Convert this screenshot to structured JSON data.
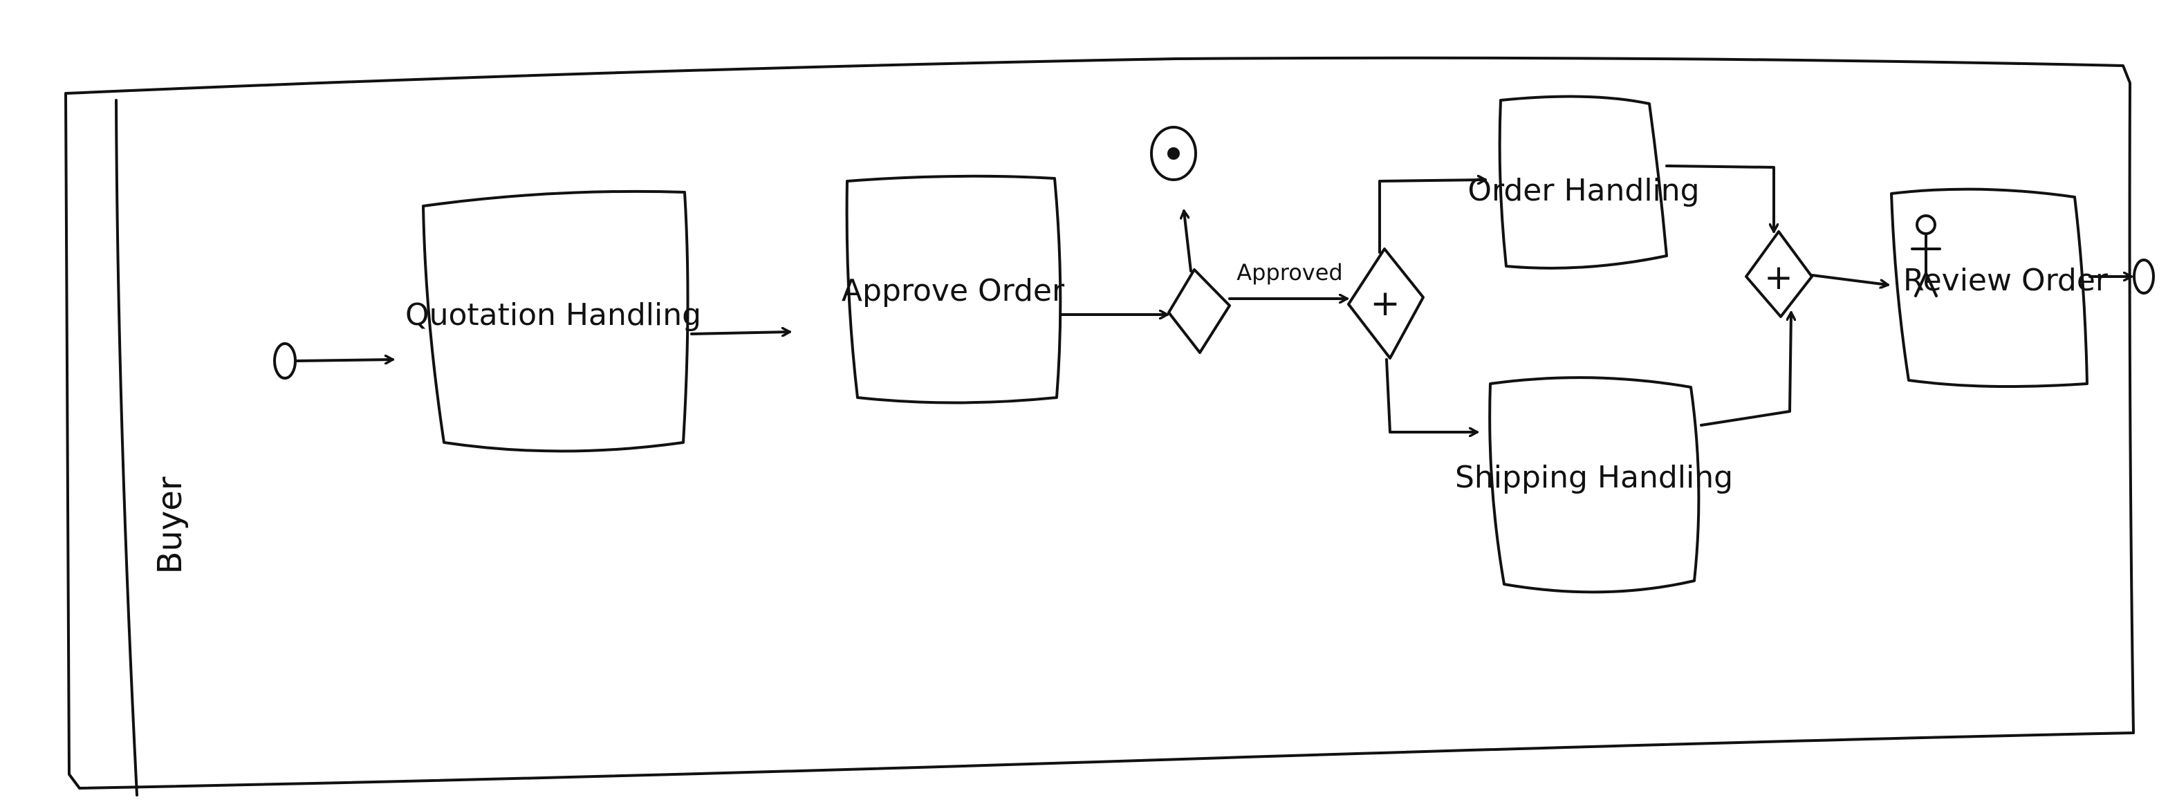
{
  "pool": {
    "lane_label": "Buyer"
  },
  "tasks": {
    "quotation": "Quotation Handling",
    "approve": "Approve Order",
    "order": "Order Handling",
    "shipping": "Shipping Handling",
    "review": "Review Order"
  },
  "flows": {
    "approved_label": "Approved"
  },
  "gateways": {
    "parallel_split_symbol": "+",
    "parallel_join_symbol": "+"
  }
}
